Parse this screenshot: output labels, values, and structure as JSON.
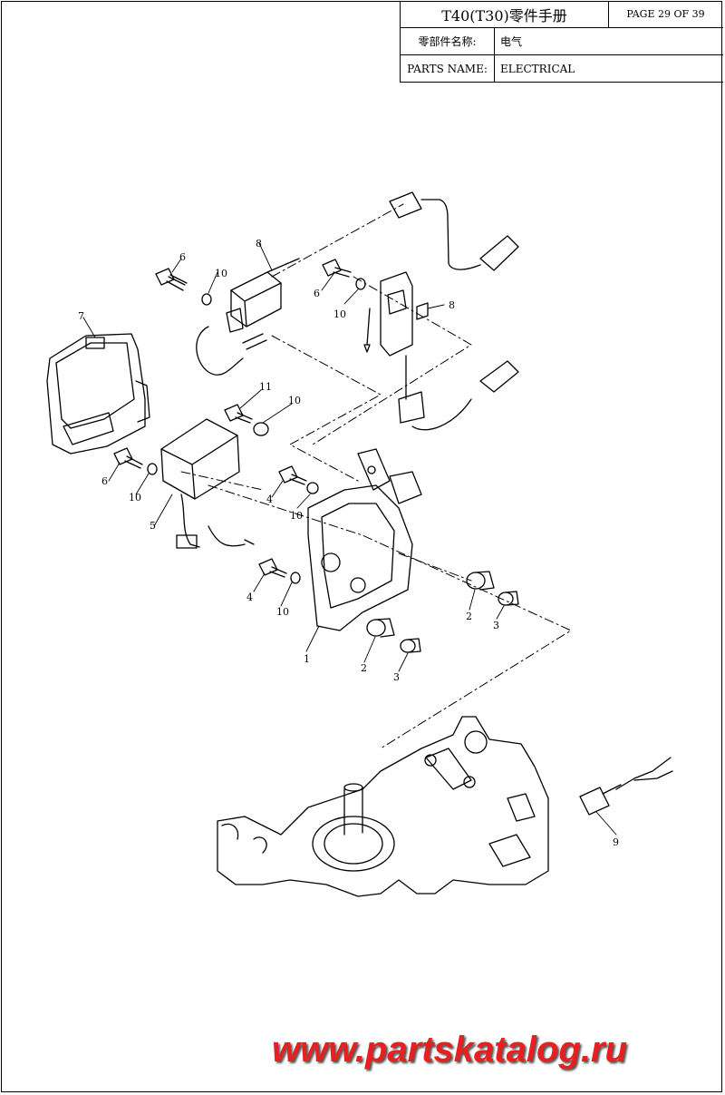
{
  "title_block": {
    "title": "T40(T30)零件手册",
    "page": "PAGE 29 OF 39",
    "part_name_label_cn": "零部件名称:",
    "part_name_value_cn": "电气",
    "part_name_label_en": "PARTS NAME:",
    "part_name_value_en": "ELECTRICAL"
  },
  "callouts": {
    "c1": "1",
    "c2a": "2",
    "c2b": "2",
    "c3a": "3",
    "c3b": "3",
    "c4a": "4",
    "c4b": "4",
    "c5": "5",
    "c6a": "6",
    "c6b": "6",
    "c6c": "6",
    "c7": "7",
    "c8a": "8",
    "c8b": "8",
    "c9": "9",
    "c10a": "10",
    "c10b": "10",
    "c10c": "10",
    "c10d": "10",
    "c10e": "10",
    "c10f": "10",
    "c11": "11"
  },
  "watermark": "www.partskatalog.ru"
}
